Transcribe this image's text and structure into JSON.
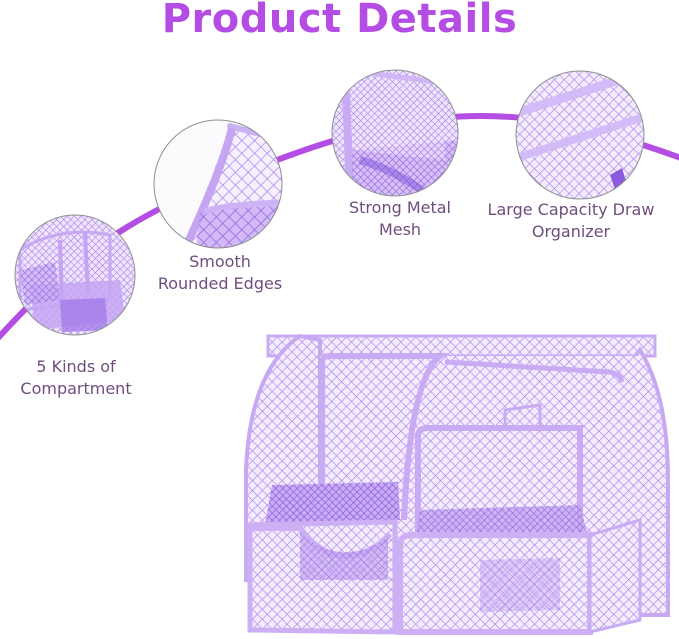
{
  "header": {
    "title": "Product Details"
  },
  "colors": {
    "title": "#b44de4",
    "arc": "#b44de4",
    "label_text": "#6e4e7e",
    "mesh_light": "#d9c2f5",
    "mesh_mid": "#b897ee",
    "mesh_dark": "#9b72e6",
    "frame": "#cdb1f4"
  },
  "features": [
    {
      "id": "compartments",
      "line1": "5 Kinds of",
      "line2": "Compartment",
      "icon": "compartment-closeup-image"
    },
    {
      "id": "edges",
      "line1": "Smooth",
      "line2": "Rounded Edges",
      "icon": "rounded-edge-closeup-image"
    },
    {
      "id": "mesh",
      "line1": "Strong Metal",
      "line2": "Mesh",
      "icon": "metal-mesh-closeup-image"
    },
    {
      "id": "drawer",
      "line1": "Large Capacity Draw",
      "line2": "Organizer",
      "icon": "drawer-closeup-image"
    }
  ],
  "product": {
    "name": "purple mesh desk organizer",
    "icon": "desk-organizer-image"
  }
}
